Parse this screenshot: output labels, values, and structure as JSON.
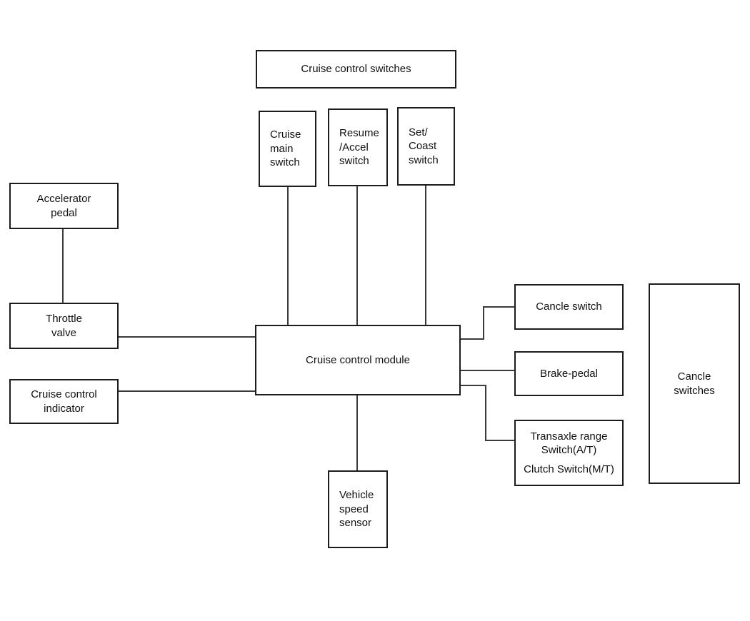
{
  "diagram": {
    "type": "block-diagram",
    "subject": "Cruise control system",
    "nodes": {
      "cruise_control_switches": "Cruise control switches",
      "cruise_main_switch": "Cruise\nmain\nswitch",
      "resume_accel_switch": "Resume\n/Accel\nswitch",
      "set_coast_switch": "Set/\nCoast\nswitch",
      "accelerator_pedal": "Accelerator\npedal",
      "throttle_valve": "Throttle\nvalve",
      "cruise_control_indicator": "Cruise control\nindicator",
      "cruise_control_module": "Cruise control module",
      "cancle_switch": "Cancle switch",
      "brake_pedal": "Brake-pedal",
      "transaxle_line1": "Transaxle range\nSwitch(A/T)",
      "transaxle_line2": "Clutch Switch(M/T)",
      "cancle_switches": "Cancle\nswitches",
      "vehicle_speed_sensor": "Vehicle\nspeed\nsensor"
    },
    "connections": [
      {
        "from": "accelerator_pedal",
        "to": "throttle_valve"
      },
      {
        "from": "throttle_valve",
        "to": "cruise_control_module"
      },
      {
        "from": "cruise_control_indicator",
        "to": "cruise_control_module"
      },
      {
        "from": "cruise_main_switch",
        "to": "cruise_control_module"
      },
      {
        "from": "resume_accel_switch",
        "to": "cruise_control_module"
      },
      {
        "from": "set_coast_switch",
        "to": "cruise_control_module"
      },
      {
        "from": "cruise_control_module",
        "to": "vehicle_speed_sensor"
      },
      {
        "from": "cruise_control_module",
        "to": "cancle_switch"
      },
      {
        "from": "cruise_control_module",
        "to": "brake_pedal"
      },
      {
        "from": "cruise_control_module",
        "to": "transaxle_range_clutch_switch"
      }
    ],
    "colors": {
      "background": "#ffffff",
      "border": "#1c1c1c",
      "connector": "#3a3a3a",
      "text": "#111111"
    }
  }
}
